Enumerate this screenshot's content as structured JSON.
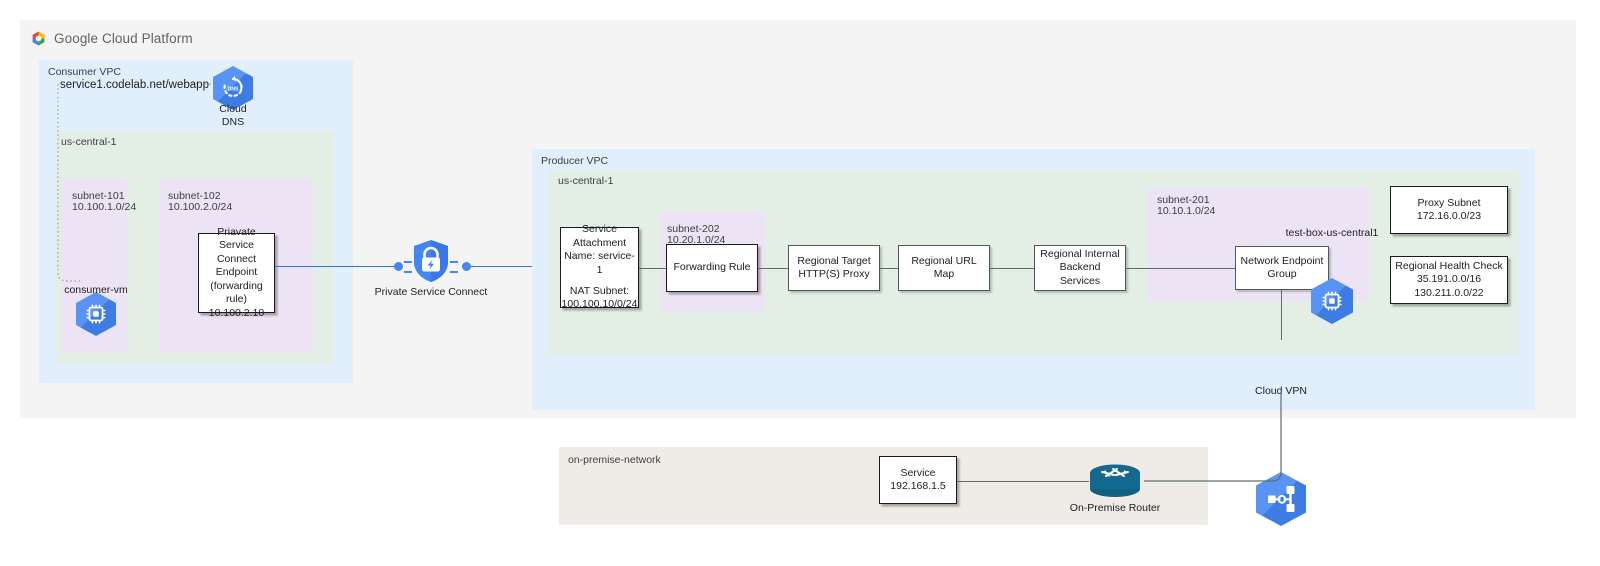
{
  "header": {
    "logo_icon": "google-cloud-platform-logo",
    "title": "Google Cloud Platform"
  },
  "consumer_vpc": {
    "label": "Consumer VPC",
    "region_label": "us-central-1",
    "dns_url": "service1.codelab.net/webapp",
    "cloud_dns": {
      "icon": "cloud-dns-icon",
      "caption_line1": "Cloud",
      "caption_line2": "DNS"
    },
    "subnets": [
      {
        "name": "subnet-101",
        "cidr": "10.100.1.0/24"
      },
      {
        "name": "subnet-102",
        "cidr": "10.100.2.0/24"
      }
    ],
    "consumer_vm": {
      "icon": "compute-vm-icon",
      "caption": "consumer-vm"
    },
    "psc_endpoint": {
      "line1": "Priavate Service",
      "line2": "Connect Endpoint",
      "line3": "(forwarding rule)",
      "line4": "10.100.2.10"
    }
  },
  "private_service_connect": {
    "icon": "private-service-connect-shield-icon",
    "caption": "Private Service Connect"
  },
  "producer_vpc": {
    "label": "Producer VPC",
    "region_label": "us-central-1",
    "service_attachment": {
      "line1": "Service",
      "line2": "Attachment",
      "line3": "Name: service-1",
      "line4": "NAT Subnet:",
      "line5": "100.100.10/0/24"
    },
    "subnet_202": {
      "name": "subnet-202",
      "cidr": "10.20.1.0/24"
    },
    "subnet_201": {
      "name": "subnet-201",
      "cidr": "10.10.1.0/24"
    },
    "forwarding_rule": "Forwarding Rule",
    "target_proxy": {
      "line1": "Regional Target",
      "line2": "HTTP(S) Proxy"
    },
    "url_map": "Regional URL Map",
    "backend_services": {
      "line1": "Regional Internal",
      "line2": "Backend Services"
    },
    "network_endpoint_group": {
      "line1": "Network Endpoint",
      "line2": "Group"
    },
    "test_box": {
      "icon": "compute-vm-icon",
      "caption": "test-box-us-central1"
    },
    "proxy_subnet": {
      "line1": "Proxy Subnet",
      "line2": "172.16.0.0/23"
    },
    "health_check": {
      "line1": "Regional Health Check",
      "line2": "35.191.0.0/16",
      "line3": "130.211.0.0/22"
    }
  },
  "cloud_vpn": {
    "icon": "cloud-vpn-icon",
    "caption": "Cloud VPN"
  },
  "on_premise": {
    "label": "on-premise-network",
    "service": {
      "line1": "Service",
      "line2": "192.168.1.5"
    },
    "router": {
      "icon": "router-icon",
      "caption": "On-Premise Router"
    }
  },
  "colors": {
    "vpc_blue": "#e1effc",
    "region_green": "#e3efe4",
    "subnet_purple": "#ece3f4",
    "container_gray": "#f4f4f4",
    "onprem_beige": "#efebe7",
    "google_blue": "#4285f4",
    "router_teal": "#16688e",
    "connector_gray": "#5f6f66",
    "connector_blue": "#3a70d8"
  }
}
